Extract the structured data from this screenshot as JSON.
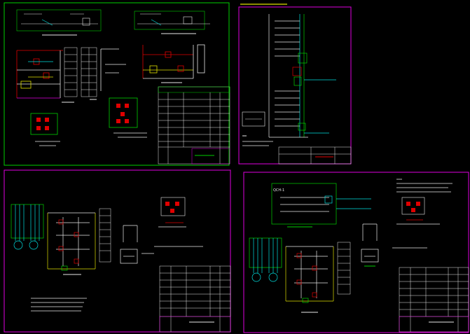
{
  "sheets": [
    {
      "id": "sheet-top-left",
      "border_color": "#00d000",
      "motor_labels": [],
      "title_block": {
        "header": "",
        "title_text": ""
      }
    },
    {
      "id": "sheet-top-right",
      "border_color": "#e000e0",
      "header_text": "",
      "note_label": "",
      "title_block": {
        "title_text": ""
      }
    },
    {
      "id": "sheet-bottom-left",
      "border_color": "#e000e0",
      "motor_labels": [
        "",
        ""
      ],
      "title_block": {
        "title_text": ""
      }
    },
    {
      "id": "sheet-bottom-right",
      "border_color": "#e000e0",
      "tag_label": "QCH-1",
      "title_block": {
        "title_text": ""
      }
    }
  ],
  "colors": {
    "green": "#00d000",
    "magenta": "#e000e0",
    "cyan": "#00e0e0",
    "yellow": "#e0e000",
    "red": "#e00000",
    "white": "#e8e8e8",
    "blue": "#3050ff"
  }
}
